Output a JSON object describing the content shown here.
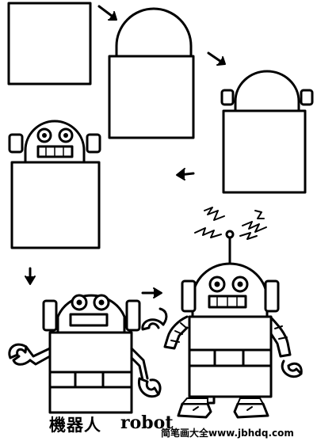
{
  "caption": {
    "chinese": "機器人",
    "english": "robot"
  },
  "watermark": {
    "text": "简笔画大全www.jbhdq.com"
  },
  "colors": {
    "line": "#000000",
    "background": "#ffffff"
  }
}
